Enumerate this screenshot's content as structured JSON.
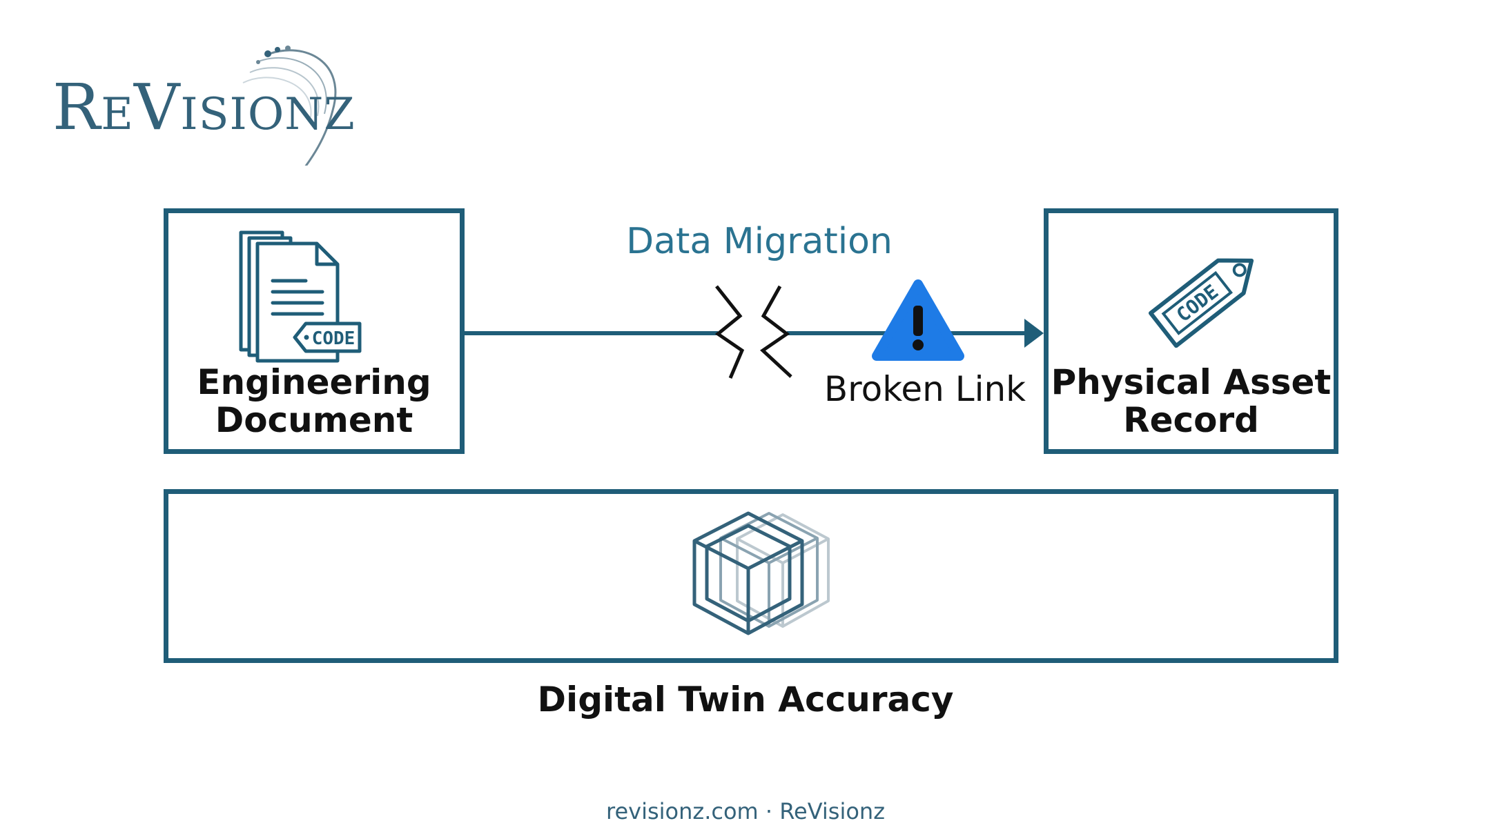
{
  "logo": {
    "text": "ReVisionz"
  },
  "diagram": {
    "source": {
      "label": "Engineering\nDocument",
      "icon": "code-document-icon"
    },
    "target": {
      "label": "Physical Asset\nRecord",
      "icon": "code-tag-icon"
    },
    "connector": {
      "label": "Data Migration",
      "status_label": "Broken Link",
      "break_icon": "broken-link-icon",
      "warning_icon": "warning-triangle-icon",
      "warning_color": "#1e7be6"
    },
    "bottom": {
      "label": "Digital Twin Accuracy",
      "icon": "cube-icon"
    }
  },
  "footer": {
    "text": "revisionz.com · ReVisionz"
  },
  "colors": {
    "primary": "#1f5d78",
    "accent": "#2a7391"
  }
}
